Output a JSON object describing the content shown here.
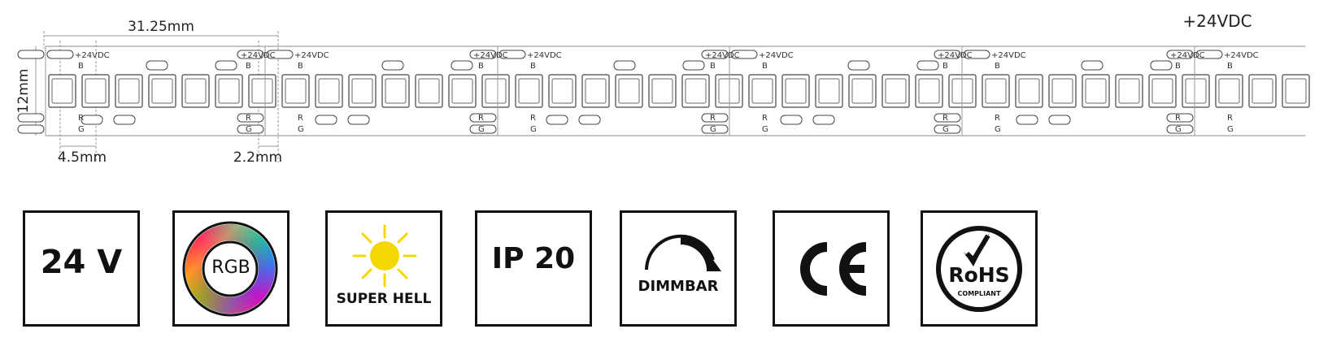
{
  "strip_diagram": {
    "voltage_top": "+24VDC",
    "pad_voltage_label": "+24VDC",
    "pad_b_label": "B",
    "pad_r_label": "R",
    "pad_g_label": "G",
    "segment_length": "31.25mm",
    "strip_width": "12mm",
    "led_pitch": "4.5mm",
    "pad_gap": "2.2mm"
  },
  "badges": {
    "voltage": "24 V",
    "rgb": "RGB",
    "super_hell": "SUPER HELL",
    "ip_rating": "IP 20",
    "dimmbar": "DIMMBAR",
    "ce": "CE",
    "rohs": "RoHS",
    "rohs_sub": "COMPLIANT"
  },
  "colors": {
    "sun": "#f5d800",
    "line": "#111111"
  }
}
